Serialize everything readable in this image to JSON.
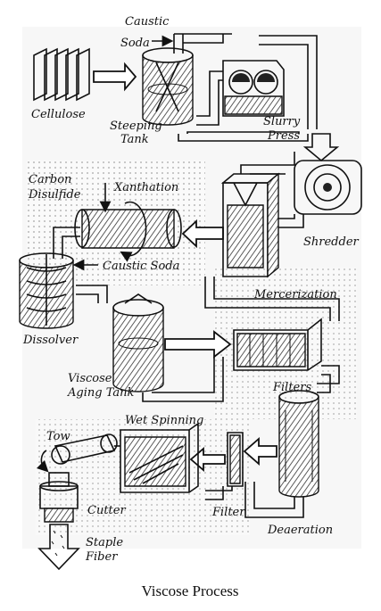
{
  "caption": "Viscose Process",
  "labels": {
    "cellulose": "Cellulose",
    "caustic_soda_1": "Caustic",
    "caustic_soda_2": "Soda",
    "steeping_1": "Steeping",
    "steeping_2": "Tank",
    "slurry_1": "Slurry",
    "slurry_2": "Press",
    "shredder": "Shredder",
    "carbon_1": "Carbon",
    "carbon_2": "Disulfide",
    "xanthation": "Xanthation",
    "caustic_soda_3": "Caustic Soda",
    "mercerization": "Mercerization",
    "dissolver": "Dissolver",
    "viscose_aging_1": "Viscose",
    "viscose_aging_2": "Aging Tank",
    "filters": "Filters",
    "wet_spinning": "Wet Spinning",
    "tow": "Tow",
    "cutter": "Cutter",
    "filter": "Filter",
    "deaeration": "Deaeration",
    "staple_1": "Staple",
    "staple_2": "Fiber"
  }
}
